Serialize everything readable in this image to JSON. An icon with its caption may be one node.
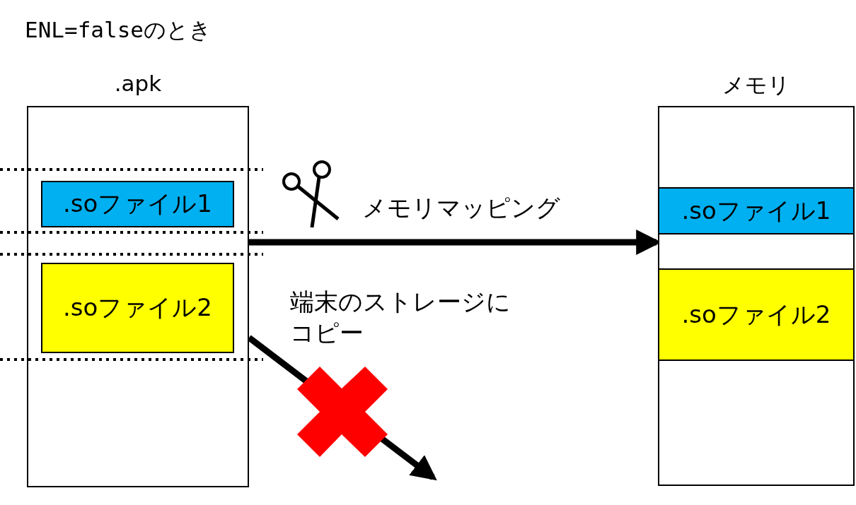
{
  "diagram": {
    "title": "ENL=falseのとき",
    "nodes": [
      {
        "text": [
          ".apk"
        ]
      },
      {
        "text": [
          ".soファイル1"
        ],
        "in": 0
      },
      {
        "text": [
          ".soファイル2"
        ],
        "in": 0
      },
      {
        "text": [
          "メモリ"
        ]
      },
      {
        "text": [
          ".soファイル1"
        ],
        "in": 3
      },
      {
        "text": [
          ".soファイル2"
        ],
        "in": 3
      }
    ],
    "edges": [
      {
        "from": 0,
        "to": 3,
        "arrow": "to",
        "label": "メモリマッピング"
      },
      {
        "from": 0,
        "to": null,
        "arrow": "to",
        "label": "端末のストレージにコピー"
      }
    ]
  }
}
